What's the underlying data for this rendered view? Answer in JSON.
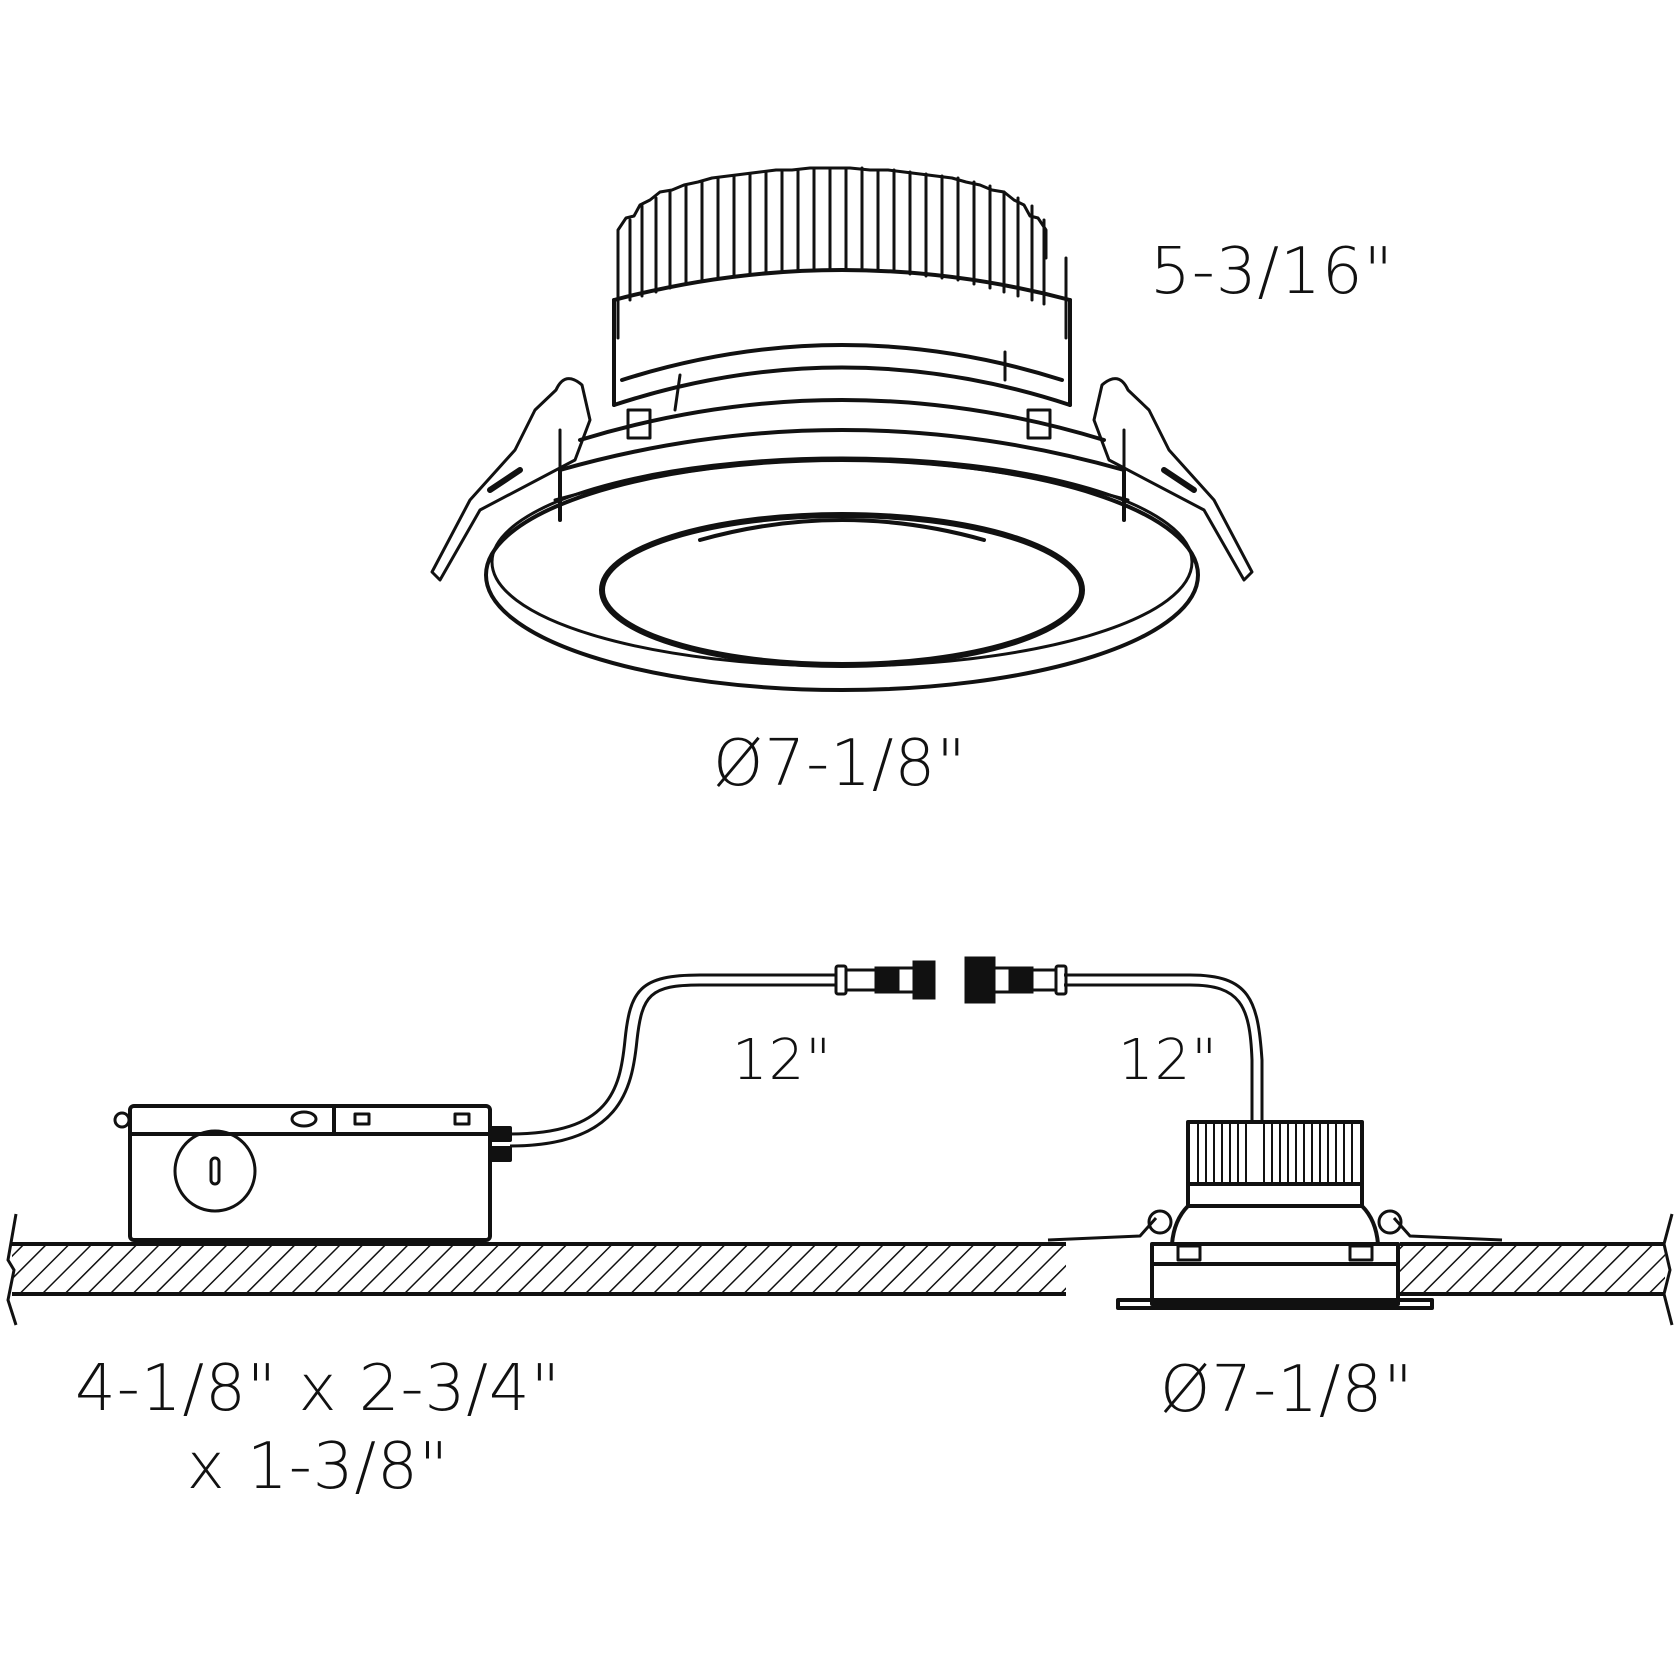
{
  "diagram": {
    "title": "Recessed LED downlight dimension drawing",
    "colors": {
      "line": "#111111",
      "background": "#ffffff"
    },
    "top_view": {
      "component": "adjustable recessed downlight fixture (isometric)",
      "height_label": "5-3/16\"",
      "diameter_label": "Ø7-1/8\""
    },
    "installation_view": {
      "component": "driver box connected to fixture installed in ceiling",
      "cable_left_label": "12\"",
      "cable_right_label": "12\"",
      "driver_dimension_line1": "4-1/8\" x 2-3/4\"",
      "driver_dimension_line2": "x 1-3/8\"",
      "fixture_diameter_label": "Ø7-1/8\""
    }
  }
}
